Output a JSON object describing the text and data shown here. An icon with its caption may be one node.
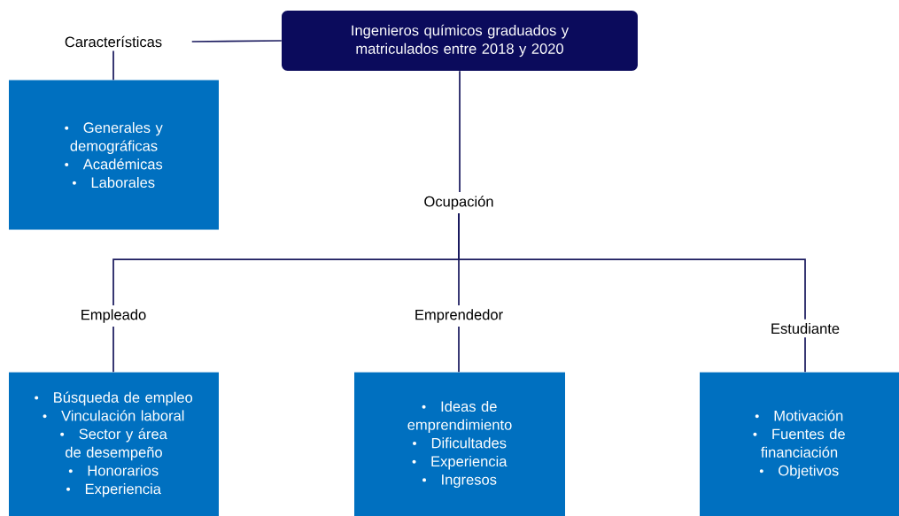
{
  "diagram": {
    "nodes": [
      {
        "text": [
          "Ingenieros químicos graduados y matriculados entre 2018 y 2020"
        ]
      },
      {
        "text": [
          "Características"
        ]
      },
      {
        "text": [
          "Generales y demográficas",
          "Académicas",
          "Laborales"
        ]
      },
      {
        "text": [
          "Ocupación"
        ]
      },
      {
        "text": [
          "Empleado"
        ]
      },
      {
        "text": [
          "Búsqueda de empleo",
          "Vinculación laboral",
          "Sector y área de desempeño",
          "Honorarios",
          "Experiencia"
        ]
      },
      {
        "text": [
          "Emprendedor"
        ]
      },
      {
        "text": [
          "Ideas de emprendimiento",
          "Dificultades",
          "Experiencia",
          "Ingresos"
        ]
      },
      {
        "text": [
          "Estudiante"
        ]
      },
      {
        "text": [
          "Motivación",
          "Fuentes de financiación",
          "Objetivos"
        ]
      }
    ],
    "edges": [
      {
        "from": 0,
        "to": 1,
        "arrow": "none"
      },
      {
        "from": 1,
        "to": 2,
        "arrow": "none"
      },
      {
        "from": 0,
        "to": 3,
        "arrow": "none"
      },
      {
        "from": 3,
        "to": 4,
        "arrow": "none"
      },
      {
        "from": 3,
        "to": 6,
        "arrow": "none"
      },
      {
        "from": 3,
        "to": 8,
        "arrow": "none"
      },
      {
        "from": 4,
        "to": 5,
        "arrow": "none"
      },
      {
        "from": 6,
        "to": 7,
        "arrow": "none"
      },
      {
        "from": 8,
        "to": 9,
        "arrow": "none"
      }
    ]
  }
}
